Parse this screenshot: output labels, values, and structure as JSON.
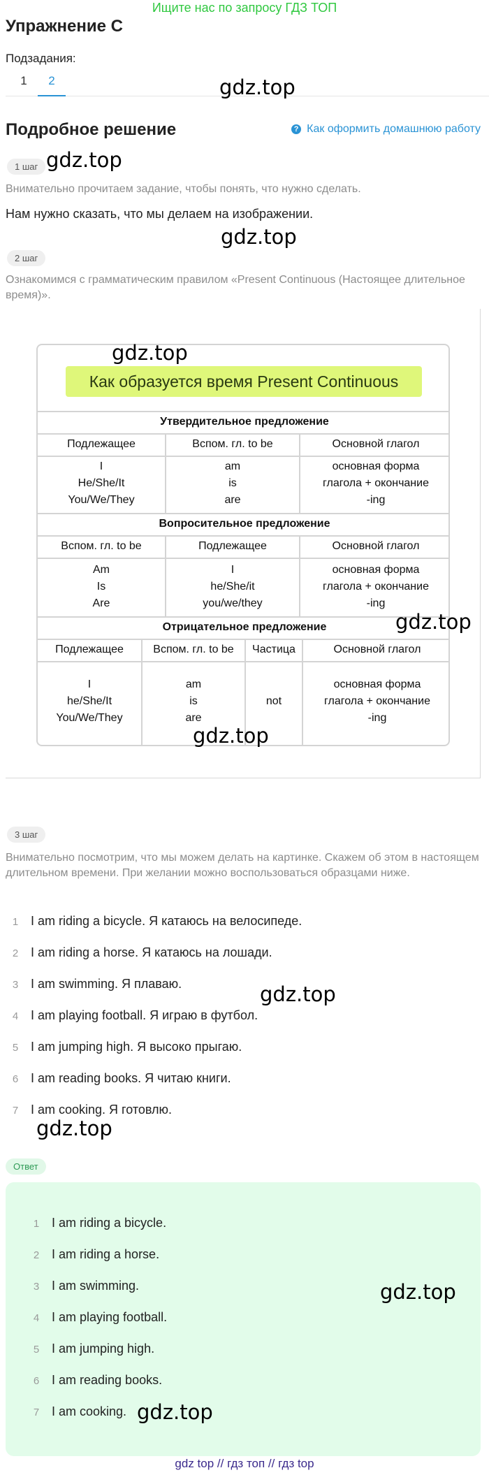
{
  "banner": "Ищите нас по запросу ГДЗ ТОП",
  "exercise_title": "Упражнение С",
  "subtasks_label": "Подзадания:",
  "tabs": [
    {
      "label": "1",
      "active": false
    },
    {
      "label": "2",
      "active": true
    }
  ],
  "solution_title": "Подробное решение",
  "howto_link": "Как оформить домашнюю работу",
  "watermark": "gdz.top",
  "step1": {
    "badge": "1 шаг",
    "note": "Внимательно прочитаем задание, чтобы понять, что нужно сделать.",
    "text": "Нам нужно сказать, что мы делаем на изображении."
  },
  "step2": {
    "badge": "2 шаг",
    "note": "Ознакомимся с грамматическим правилом «Present Continuous (Настоящее длительное время)»."
  },
  "grammar_table": {
    "title": "Как образуется время Present Continuous",
    "affirmative": {
      "heading": "Утвердительное предложение",
      "headers": [
        "Подлежащее",
        "Вспом. гл. to be",
        "Основной глагол"
      ],
      "col1": [
        "I",
        "He/She/It",
        "You/We/They"
      ],
      "col2": [
        "am",
        "is",
        "are"
      ],
      "col3": [
        "основная форма",
        "глагола + окончание",
        "-ing"
      ]
    },
    "interrogative": {
      "heading": "Вопросительное предложение",
      "headers": [
        "Вспом. гл. to be",
        "Подлежащее",
        "Основной глагол"
      ],
      "col1": [
        "Am",
        "Is",
        "Are"
      ],
      "col2": [
        "I",
        "he/She/it",
        "you/we/they"
      ],
      "col3": [
        "основная форма",
        "глагола + окончание",
        "-ing"
      ]
    },
    "negative": {
      "heading": "Отрицательное предложение",
      "headers": [
        "Подлежащее",
        "Вспом. гл. to be",
        "Частица",
        "Основной глагол"
      ],
      "col1": [
        "I",
        "he/She/It",
        "You/We/They"
      ],
      "col2": [
        "am",
        "is",
        "are"
      ],
      "col3": [
        "not"
      ],
      "col4": [
        "основная форма",
        "глагола + окончание",
        "-ing"
      ]
    }
  },
  "step3": {
    "badge": "3 шаг",
    "note": "Внимательно посмотрим, что мы можем делать на картинке. Скажем об этом в настоящем длительном времени. При желании можно воспользоваться образцами ниже.",
    "items": [
      {
        "num": "1",
        "text": "I am riding a bicycle. Я катаюсь на велосипеде."
      },
      {
        "num": "2",
        "text": "I am riding a horse. Я катаюсь на лошади."
      },
      {
        "num": "3",
        "text": "I am swimming. Я плаваю."
      },
      {
        "num": "4",
        "text": "I am playing football. Я играю в футбол."
      },
      {
        "num": "5",
        "text": "I am jumping high. Я высоко прыгаю."
      },
      {
        "num": "6",
        "text": "I am reading books. Я читаю книги."
      },
      {
        "num": "7",
        "text": "I am cooking. Я готовлю."
      }
    ]
  },
  "answer": {
    "badge": "Ответ",
    "items": [
      {
        "num": "1",
        "text": "I am riding a bicycle."
      },
      {
        "num": "2",
        "text": "I am riding a horse."
      },
      {
        "num": "3",
        "text": "I am swimming."
      },
      {
        "num": "4",
        "text": "I am playing football."
      },
      {
        "num": "5",
        "text": "I am jumping high."
      },
      {
        "num": "6",
        "text": "I am reading books."
      },
      {
        "num": "7",
        "text": "I am cooking."
      }
    ]
  },
  "footer": "gdz top  //  гдз топ  //  гдз top"
}
